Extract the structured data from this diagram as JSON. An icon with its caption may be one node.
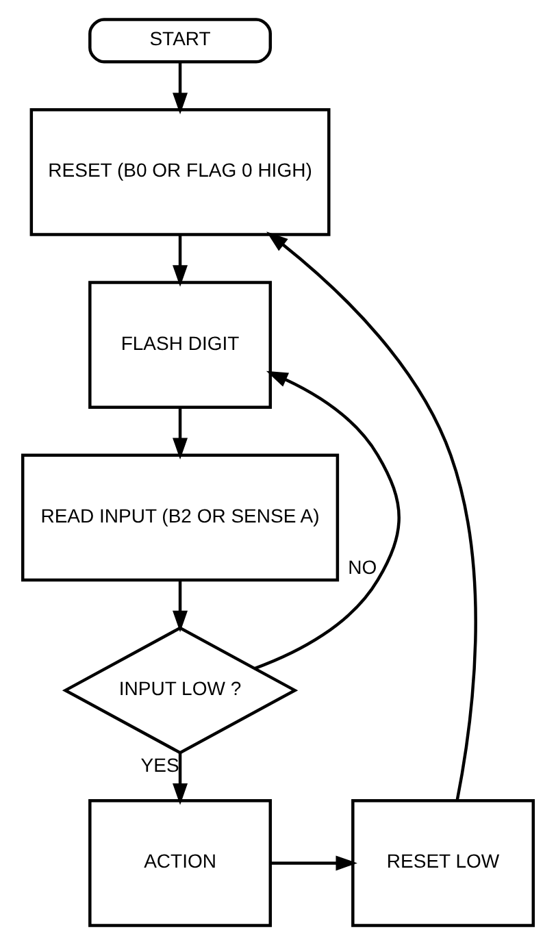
{
  "diagram": {
    "nodes": [
      {
        "text": [
          "START"
        ]
      },
      {
        "text": [
          "RESET (B0 OR FLAG 0 HIGH)"
        ]
      },
      {
        "text": [
          "FLASH DIGIT"
        ]
      },
      {
        "text": [
          "READ INPUT (B2 OR SENSE A)"
        ]
      },
      {
        "text": [
          "INPUT LOW ?"
        ]
      },
      {
        "text": [
          "ACTION"
        ]
      },
      {
        "text": [
          "RESET LOW"
        ]
      }
    ],
    "edges": [
      {
        "from": 0,
        "to": 1,
        "arrow": "to"
      },
      {
        "from": 1,
        "to": 2,
        "arrow": "to"
      },
      {
        "from": 2,
        "to": 3,
        "arrow": "to"
      },
      {
        "from": 3,
        "to": 4,
        "arrow": "to"
      },
      {
        "from": 4,
        "to": 2,
        "arrow": "to",
        "label": "NO"
      },
      {
        "from": 4,
        "to": 5,
        "arrow": "to",
        "label": "YES"
      },
      {
        "from": 5,
        "to": 6,
        "arrow": "to"
      },
      {
        "from": 6,
        "to": 1,
        "arrow": "to"
      }
    ]
  }
}
